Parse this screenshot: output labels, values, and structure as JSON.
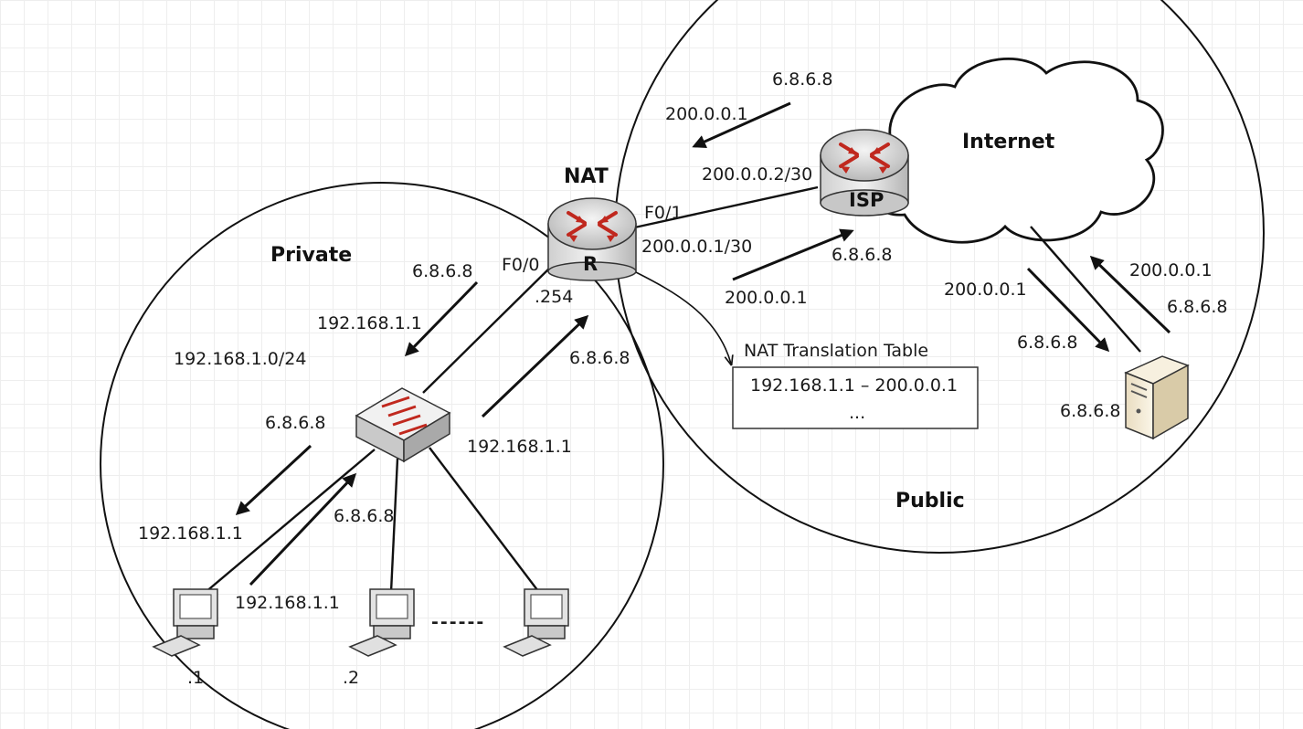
{
  "zones": {
    "private": "Private",
    "public": "Public",
    "internet": "Internet",
    "subnet": "192.168.1.0/24"
  },
  "devices": {
    "nat_title": "NAT",
    "router": "R",
    "isp": "ISP"
  },
  "interfaces": {
    "f0_0": "F0/0",
    "f0_1": "F0/1",
    "r_lan_ip": ".254",
    "r_wan_ip": "200.0.0.1/30",
    "isp_ip": "200.0.0.2/30",
    "pc1_host": ".1",
    "pc2_host": ".2",
    "pc_ellipsis": "------"
  },
  "packets": {
    "isp_to_r_dst": "200.0.0.1",
    "isp_to_r_src": "6.8.6.8",
    "r_to_isp_src": "200.0.0.1",
    "r_to_isp_dst": "6.8.6.8",
    "r_to_sw_src": "6.8.6.8",
    "r_to_sw_dst": "192.168.1.1",
    "sw_to_r_dst": "6.8.6.8",
    "sw_to_r_src": "192.168.1.1",
    "sw_to_pc_src": "6.8.6.8",
    "sw_to_pc_dst": "192.168.1.1",
    "pc_to_sw_dst": "6.8.6.8",
    "pc_to_sw_src": "192.168.1.1",
    "cloud_to_srv_src": "200.0.0.1",
    "cloud_to_srv_dst": "6.8.6.8",
    "srv_to_cloud_dst": "200.0.0.1",
    "srv_to_cloud_src": "6.8.6.8",
    "server_ip": "6.8.6.8"
  },
  "nat_table": {
    "title": "NAT Translation Table",
    "row1": "192.168.1.1 – 200.0.0.1",
    "row2": "..."
  },
  "colors": {
    "router_arrows": "#c0281e",
    "device_body": "#d9d9d9",
    "server_body": "#efe3c6"
  }
}
